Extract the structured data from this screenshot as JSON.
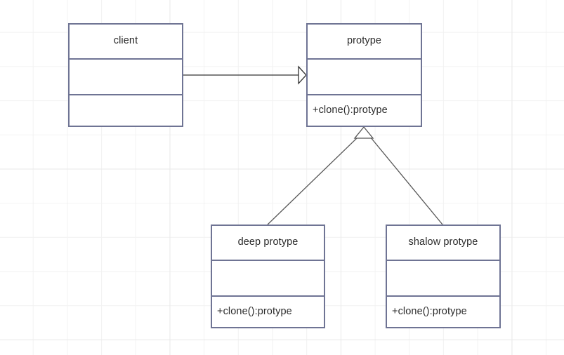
{
  "diagram": {
    "title": "Prototype pattern UML class diagram",
    "background": "#ffffff",
    "grid_color_minor": "#f2f2f2",
    "grid_color_major": "#e9e9e9",
    "box_border_color": "#6f7494",
    "box_fill_color": "#ffffff",
    "text_color": "#2b2b2b",
    "edge_color": "#4a4a4a"
  },
  "classes": {
    "client": {
      "name": "client",
      "attributes": "",
      "operations": ""
    },
    "protype": {
      "name": "protype",
      "attributes": "",
      "operations": "+clone():protype"
    },
    "deep_protype": {
      "name": "deep protype",
      "attributes": "",
      "operations": "+clone():protype"
    },
    "shalow_protype": {
      "name": "shalow protype",
      "attributes": "",
      "operations": "+clone():protype"
    }
  },
  "relations": [
    {
      "id": "client-to-protype",
      "type": "realization-arrow",
      "from": "client",
      "to": "protype",
      "label": ""
    },
    {
      "id": "deep-protype-generalization",
      "type": "generalization",
      "from": "deep protype",
      "to": "protype",
      "label": ""
    },
    {
      "id": "shalow-protype-generalization",
      "type": "generalization",
      "from": "shalow protype",
      "to": "protype",
      "label": ""
    }
  ]
}
